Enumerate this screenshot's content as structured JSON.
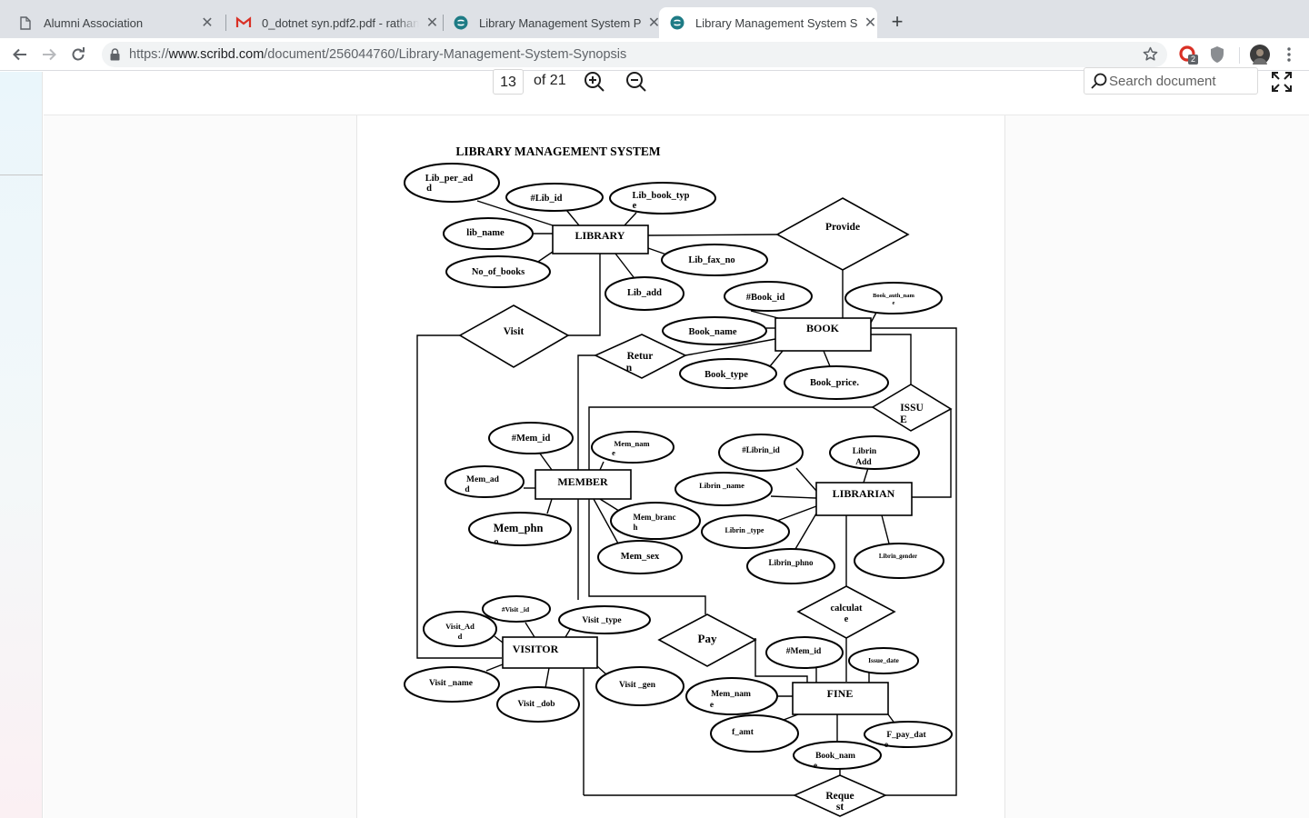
{
  "browser": {
    "tabs": [
      {
        "title": "Alumni Association",
        "icon": "document-icon",
        "active": false
      },
      {
        "title": "0_dotnet syn.pdf2.pdf - rathan",
        "icon": "gmail-icon",
        "active": false
      },
      {
        "title": "Library Management System P",
        "icon": "scribd-icon",
        "active": false
      },
      {
        "title": "Library Management System S",
        "icon": "scribd-icon",
        "active": true
      }
    ],
    "url_scheme": "https://",
    "url_host": "www.scribd.com",
    "url_path": "/document/256044760/Library-Management-System-Synopsis",
    "extension_badge": "2"
  },
  "viewer": {
    "current_page": "13",
    "total_pages": "of 21",
    "search_placeholder": "Search document"
  },
  "diagram": {
    "title": "LIBRARY MANAGEMENT SYSTEM",
    "entities": {
      "library": "LIBRARY",
      "book": "BOOK",
      "member": "MEMBER",
      "librarian": "LIBRARIAN",
      "visitor": "VISITOR",
      "fine": "FINE"
    },
    "relationships": {
      "provide": "Provide",
      "visit": "Visit",
      "return_1": "Retur",
      "return_2": "n",
      "issue_1": "ISSU",
      "issue_2": "E",
      "calculate_1": "calculat",
      "calculate_2": "e",
      "pay": "Pay",
      "request_1": "Reque",
      "request_2": "st"
    },
    "attributes": {
      "lib_per_add_1": "Lib_per_ad",
      "lib_per_add_2": "d",
      "lib_id": "#Lib_id",
      "lib_book_type_1": "Lib_book_typ",
      "lib_book_type_2": "e",
      "lib_name": "lib_name",
      "no_of_books": "No_of_books",
      "lib_fax_no": "Lib_fax_no",
      "lib_add": "Lib_add",
      "book_id": "#Book_id",
      "book_auth_name_1": "Book_auth_nam",
      "book_auth_name_2": "e",
      "book_name": "Book_name",
      "book_type": "Book_type",
      "book_price": "Book_price.",
      "mem_id": "#Mem_id",
      "mem_name_1": "Mem_nam",
      "mem_name_2": "e",
      "mem_add_1": "Mem_ad",
      "mem_add_2": "d",
      "mem_phno_1": "Mem_phn",
      "mem_phno_2": "o",
      "mem_branch_1": "Mem_branc",
      "mem_branch_2": "h",
      "mem_sex": "Mem_sex",
      "librin_id": "#Librin_id",
      "librin_add_1": "Librin",
      "librin_add_2": "Add",
      "librin_name": "Librin _name",
      "librin_type": "Librin _type",
      "librin_phno": "Librin_phno",
      "librin_gender": "Librin_gender",
      "visit_id": "#Visit _id",
      "visit_type": "Visit _type",
      "visit_add_1": "Visit_Ad",
      "visit_add_2": "d",
      "visit_name": "Visit _name",
      "visit_dob": "Visit _dob",
      "visit_gen": "Visit _gen",
      "fine_mem_id": "#Mem_id",
      "issue_date": "Issue_date",
      "fine_mem_name_1": "Mem_nam",
      "fine_mem_name_2": "e",
      "f_amt": "f_amt",
      "f_pay_date_1": "F_pay_dat",
      "f_pay_date_2": "e",
      "fine_book_name_1": "Book_nam",
      "fine_book_name_2": "e"
    }
  }
}
